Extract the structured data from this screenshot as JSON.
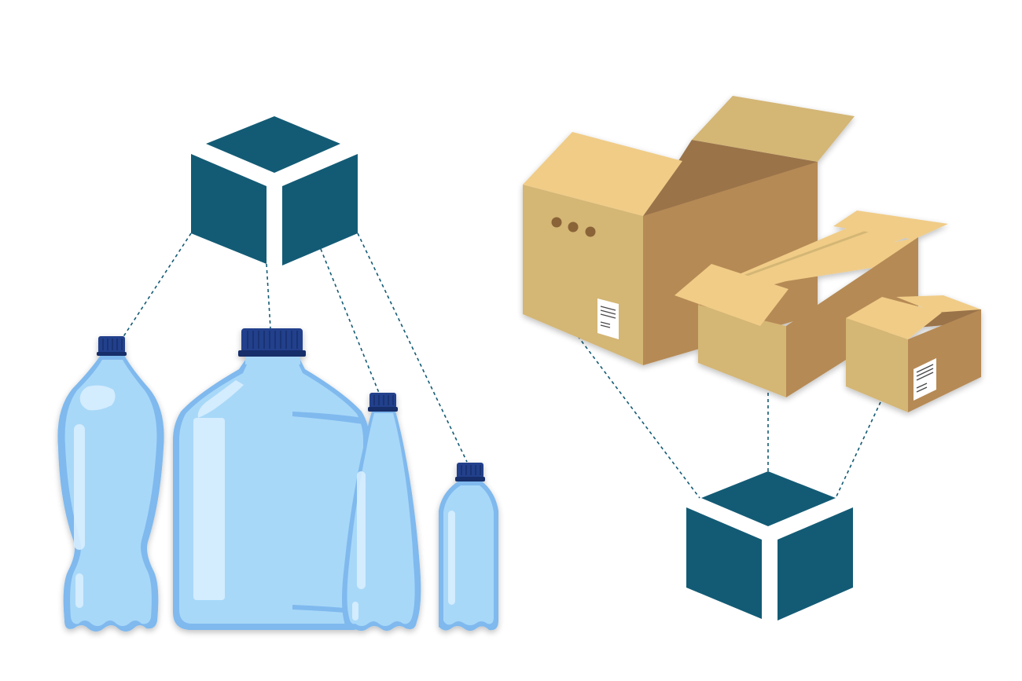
{
  "colors": {
    "background": "#ffffff",
    "cube": "#135b75",
    "connector": "#135b75",
    "bottle_body": "#a8d8f8",
    "bottle_edge": "#7fb9ee",
    "bottle_highlight": "#dbf0ff",
    "bottle_cap": "#223f8c",
    "bottle_cap_dark": "#172f6a",
    "box_light": "#f0cc87",
    "box_mid": "#d4b674",
    "box_dark": "#b68a55",
    "box_inner": "#9a734a",
    "box_hole": "#8a6338",
    "label_paper": "#ffffff",
    "label_lines": "#4a4a4a"
  },
  "groups": [
    {
      "name": "plastic-bottles",
      "items": [
        "bottle",
        "water-jug",
        "tall-bottle",
        "small-bottle"
      ]
    },
    {
      "name": "cardboard-boxes",
      "items": [
        "large-box",
        "long-box",
        "small-box"
      ]
    }
  ],
  "icons": [
    "package-cube-icon",
    "package-cube-icon"
  ]
}
